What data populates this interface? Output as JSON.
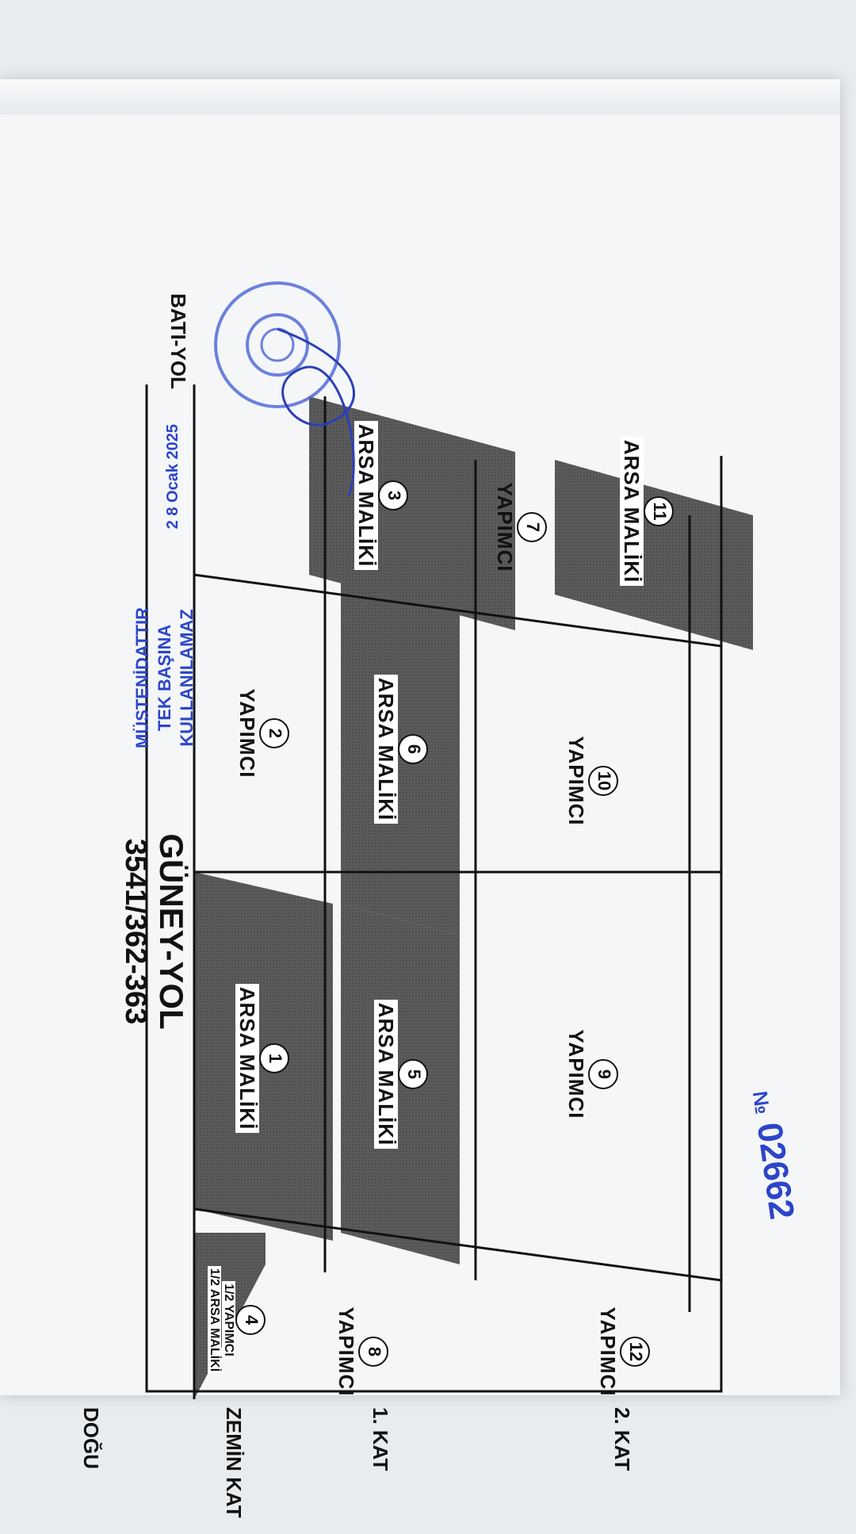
{
  "title": {
    "line1": "GÜNEY-YOL",
    "line2": "3541/362-363"
  },
  "sides": {
    "west": "BATI-YOL",
    "east": "DOĞU"
  },
  "floors": {
    "second": "2. KAT",
    "first": "1. KAT",
    "ground": "ZEMİN KAT"
  },
  "units": [
    {
      "no": "1",
      "label": "ARSA MALİKİ",
      "owner": "land-owner"
    },
    {
      "no": "2",
      "label": "YAPIMCI",
      "owner": "builder"
    },
    {
      "no": "3",
      "label": "ARSA MALİKİ",
      "owner": "land-owner"
    },
    {
      "no": "4",
      "label": "1/2 YAPIMCI",
      "label2": "1/2 ARSA MALİKİ",
      "owner": "shared"
    },
    {
      "no": "5",
      "label": "ARSA MALİKİ",
      "owner": "land-owner"
    },
    {
      "no": "6",
      "label": "ARSA MALİKİ",
      "owner": "land-owner"
    },
    {
      "no": "7",
      "label": "YAPIMCI",
      "owner": "builder"
    },
    {
      "no": "8",
      "label": "YAPIMCI",
      "owner": "builder"
    },
    {
      "no": "9",
      "label": "YAPIMCI",
      "owner": "builder"
    },
    {
      "no": "10",
      "label": "YAPIMCI",
      "owner": "builder"
    },
    {
      "no": "11",
      "label": "ARSA MALİKİ",
      "owner": "land-owner"
    },
    {
      "no": "12",
      "label": "YAPIMCI",
      "owner": "builder"
    }
  ],
  "stamp": {
    "line1": "MÜSTENİDATTIR",
    "line2": "TEK BAŞINA",
    "line3": "KULLANILAMAZ",
    "date": "2 8 Ocak 2025"
  },
  "serial": {
    "prefix": "№",
    "number": "02662"
  },
  "colors": {
    "dark_fill": "#555555",
    "ink_blue": "#2c45c9",
    "line": "#111111"
  }
}
